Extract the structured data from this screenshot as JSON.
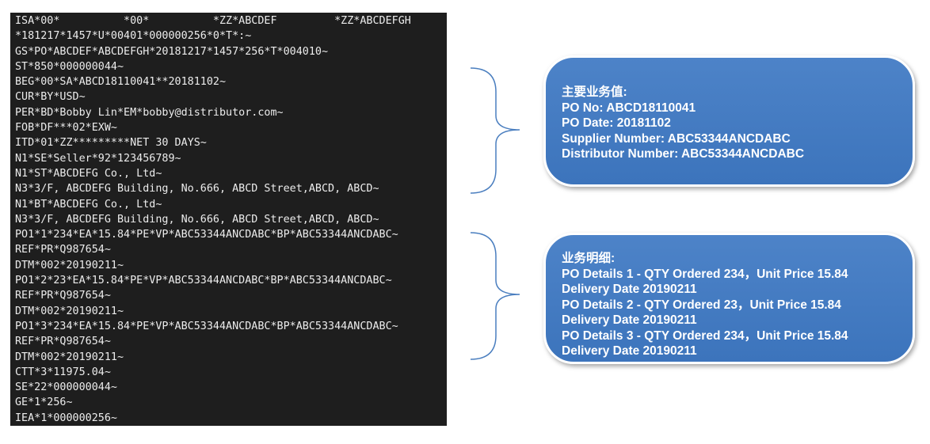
{
  "edi_message": {
    "lines": [
      "ISA*00*          *00*          *ZZ*ABCDEF         *ZZ*ABCDEFGH",
      "*181217*1457*U*00401*000000256*0*T*:~",
      "GS*PO*ABCDEF*ABCDEFGH*20181217*1457*256*T*004010~",
      "ST*850*000000044~",
      "BEG*00*SA*ABCD18110041**20181102~",
      "CUR*BY*USD~",
      "PER*BD*Bobby Lin*EM*bobby@distributor.com~",
      "FOB*DF***02*EXW~",
      "ITD*01*ZZ*********NET 30 DAYS~",
      "N1*SE*Seller*92*123456789~",
      "N1*ST*ABCDEFG Co., Ltd~",
      "N3*3/F, ABCDEFG Building, No.666, ABCD Street,ABCD, ABCD~",
      "N1*BT*ABCDEFG Co., Ltd~",
      "N3*3/F, ABCDEFG Building, No.666, ABCD Street,ABCD, ABCD~",
      "PO1*1*234*EA*15.84*PE*VP*ABC53344ANCDABC*BP*ABC53344ANCDABC~",
      "REF*PR*Q987654~",
      "DTM*002*20190211~",
      "PO1*2*23*EA*15.84*PE*VP*ABC53344ANCDABC*BP*ABC53344ANCDABC~",
      "REF*PR*Q987654~",
      "DTM*002*20190211~",
      "PO1*3*234*EA*15.84*PE*VP*ABC53344ANCDABC*BP*ABC53344ANCDABC~",
      "REF*PR*Q987654~",
      "DTM*002*20190211~",
      "CTT*3*11975.04~",
      "SE*22*000000044~",
      "GE*1*256~",
      "IEA*1*000000256~"
    ]
  },
  "summary_callout": {
    "title": "主要业务值:",
    "lines": [
      "PO No:  ABCD18110041",
      "PO Date:  20181102",
      "Supplier Number:  ABC53344ANCDABC",
      "Distributor  Number:   ABC53344ANCDABC"
    ]
  },
  "details_callout": {
    "title": "业务明细:",
    "lines": [
      "PO Details  1 - QTY Ordered 234，Unit Price 15.84",
      "Delivery Date 20190211",
      "PO Details  2 - QTY Ordered 23，Unit Price 15.84",
      "Delivery Date 20190211",
      "PO Details  3 - QTY Ordered 234，Unit Price 15.84",
      "Delivery Date 20190211"
    ]
  },
  "colors": {
    "panel_background": "#1e1e1e",
    "code_text": "#ececec",
    "callout_fill": "#4478c2",
    "brace_stroke": "#4a7ebf"
  }
}
